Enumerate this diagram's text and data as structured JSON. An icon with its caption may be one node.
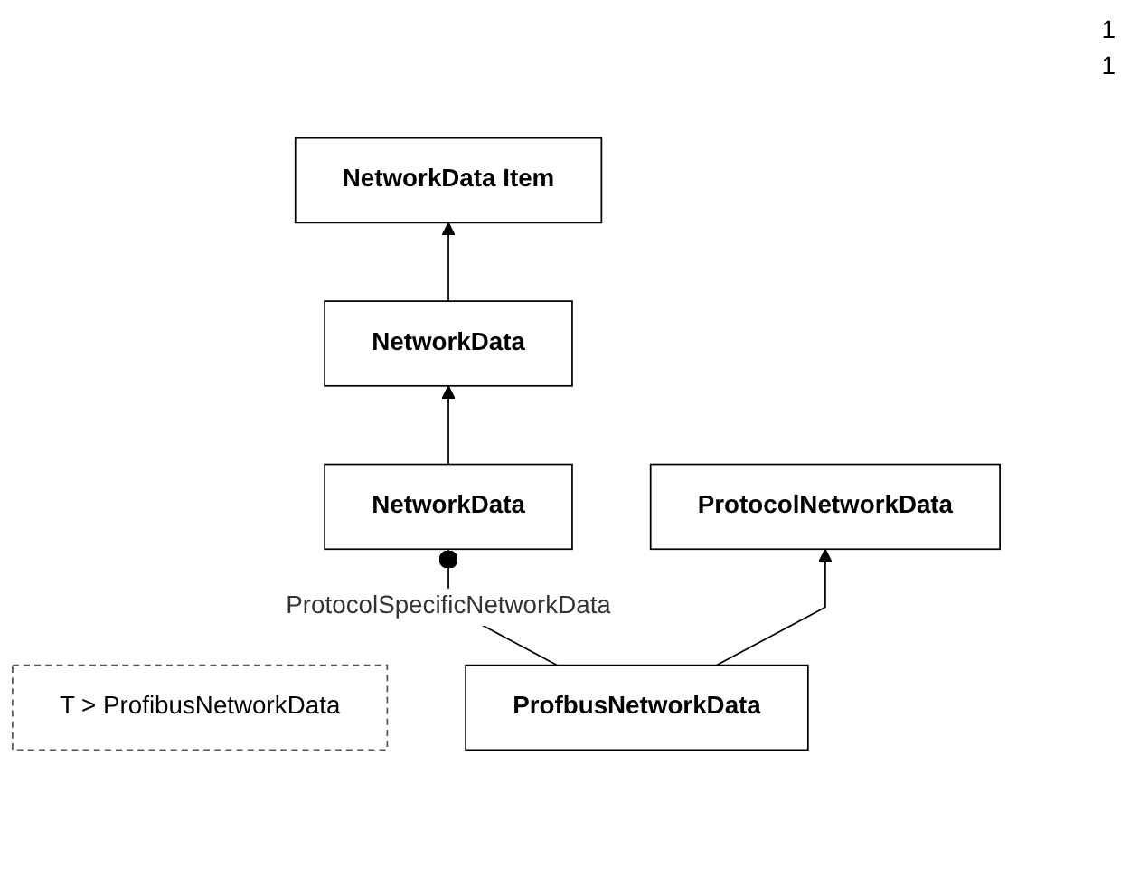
{
  "diagram": {
    "nodes": [
      {
        "text": [
          "NetworkData Item"
        ]
      },
      {
        "text": [
          "NetworkData"
        ]
      },
      {
        "text": [
          "NetworkData"
        ]
      },
      {
        "text": [
          "T > ProfibusNetworkData"
        ]
      },
      {
        "text": [
          "ProtocolNetworkData"
        ]
      },
      {
        "text": [
          "ProfbusNetworkData"
        ]
      }
    ],
    "edges": [
      {
        "from": 1,
        "to": 0,
        "arrow": "to"
      },
      {
        "from": 2,
        "to": 1,
        "arrow": "to"
      },
      {
        "from": 5,
        "to": 4,
        "arrow": "to"
      },
      {
        "from": 5,
        "to": 2,
        "arrow": "other",
        "label": "ProtocolSpecificNetworkData"
      }
    ],
    "labels": [
      "1",
      "1"
    ]
  }
}
